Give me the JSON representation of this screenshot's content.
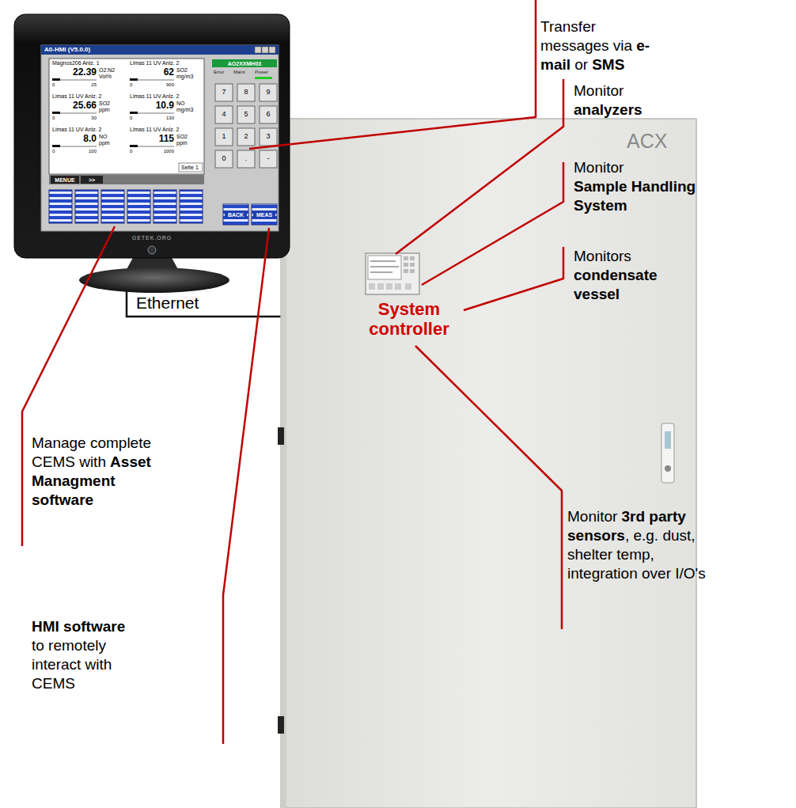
{
  "diagram": {
    "nodes": [
      {
        "text": [
          "GETEK.ORG"
        ]
      },
      {
        "text": [
          "ACX",
          "System controller"
        ]
      }
    ],
    "edges": [
      {
        "from": 0,
        "to": 1,
        "arrow": "none",
        "label": "Ethernet"
      }
    ],
    "labels": [
      "Transfer messages via",
      "e-mail",
      "or",
      "SMS",
      "Monitor",
      "analyzers",
      "Monitor",
      "Sample Handling System",
      "Monitors",
      "condensate vessel",
      "Monitor",
      "3rd party sensors",
      ", e.g. dust, shelter temp, integration over I/O's",
      "Manage complete CEMS with",
      "Asset Managment software",
      "HMI software",
      "to remotely interact with CEMS",
      "A0-HMI (V5.0.0)",
      "Magnos206 Anlz. 1",
      "22.39",
      "O2:N2",
      "Vol%",
      "0",
      "25",
      "Limas 11 UV Anlz. 2",
      "62",
      "SO2",
      "mg/m3",
      "0",
      "900",
      "Limas 11 UV Anlz. 2",
      "25.66",
      "SO2",
      "ppm",
      "0",
      "30",
      "Limas 11 UV Anlz. 2",
      "10.9",
      "NO",
      "mg/m3",
      "0",
      "130",
      "Limas 11 UV Anlz. 2",
      "8.0",
      "NO",
      "ppm",
      "0",
      "100",
      "Limas 11 UV Anlz. 2",
      "115",
      "SO2",
      "ppm",
      "0",
      "1000",
      "Seite 1",
      "MENUE",
      ">>",
      "AO2XXMH03",
      "Error",
      "Maint",
      "Power",
      "7",
      "8",
      "9",
      "4",
      "5",
      "6",
      "1",
      "2",
      "3",
      "0",
      ".",
      "-",
      "BACK",
      "MEAS"
    ]
  }
}
